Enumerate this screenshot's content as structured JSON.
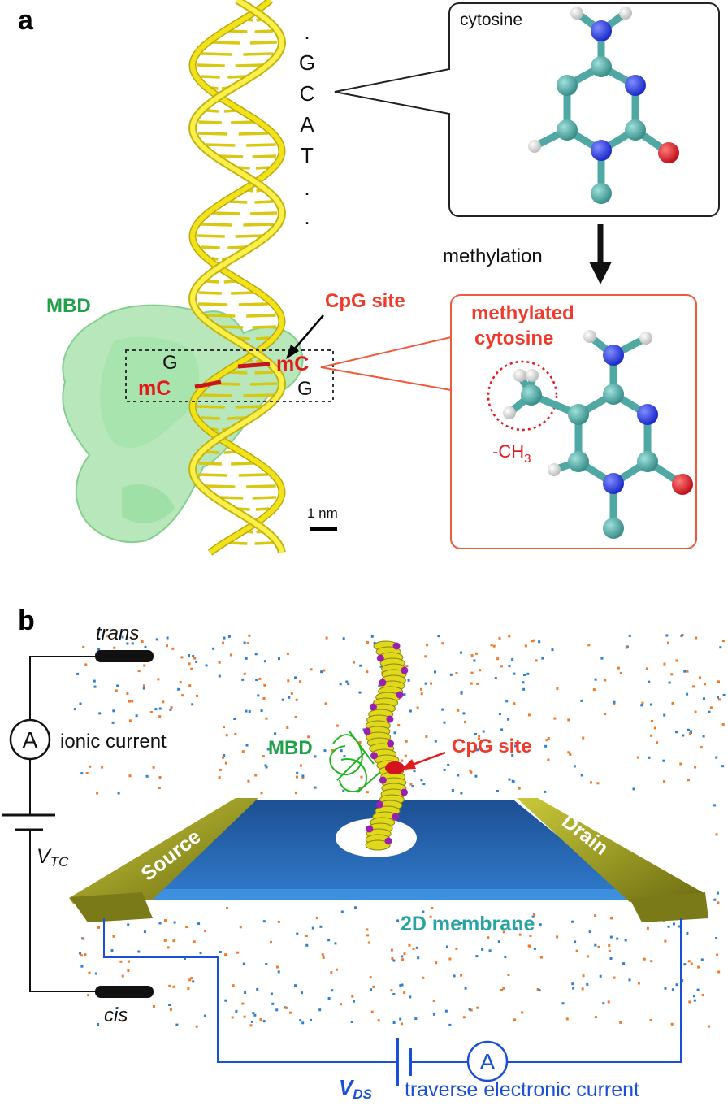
{
  "panel_a": {
    "label": "a",
    "sequence": [
      ".",
      "G",
      "C",
      "A",
      "T",
      ".",
      "."
    ],
    "mbd_label": "MBD",
    "cpg_site_label": "CpG site",
    "pair_top_left": "G",
    "pair_top_right": "mC",
    "pair_bottom_left": "mC",
    "pair_bottom_right": "G",
    "scale_bar_label": "1 nm",
    "cytosine_label": "cytosine",
    "methylation_label": "methylation",
    "methylated_label_line1": "methylated",
    "methylated_label_line2": "cytosine",
    "methyl_group_label": "-CH",
    "methyl_group_subscript": "3"
  },
  "panel_b": {
    "label": "b",
    "trans_label": "trans",
    "cis_label": "cis",
    "ammeter_symbol": "A",
    "ionic_current_label": "ionic current",
    "vtc_label": "V",
    "vtc_subscript": "TC",
    "mbd_label": "MBD",
    "cpg_site_label": "CpG site",
    "source_label": "Source",
    "drain_label": "Drain",
    "membrane_label": "2D membrane",
    "vds_label": "V",
    "vds_subscript": "DS",
    "ammeter2_symbol": "A",
    "traverse_current_label": "traverse electronic current"
  },
  "colors": {
    "dna_yellow": "#f2e21a",
    "mbd_green": "#7fd88a",
    "highlight_red": "#e31a1c",
    "atom_carbon": "#4fa8a3",
    "atom_nitrogen": "#2a3ee0",
    "atom_oxygen": "#e01b24",
    "atom_hydrogen": "#e6e6e6",
    "membrane_blue": "#1f5fa8",
    "electrode_olive": "#8f8f1e",
    "ion_orange": "#f07a2a",
    "ion_blue": "#2f7fd0",
    "circuit_blue": "#1a4fd8"
  }
}
